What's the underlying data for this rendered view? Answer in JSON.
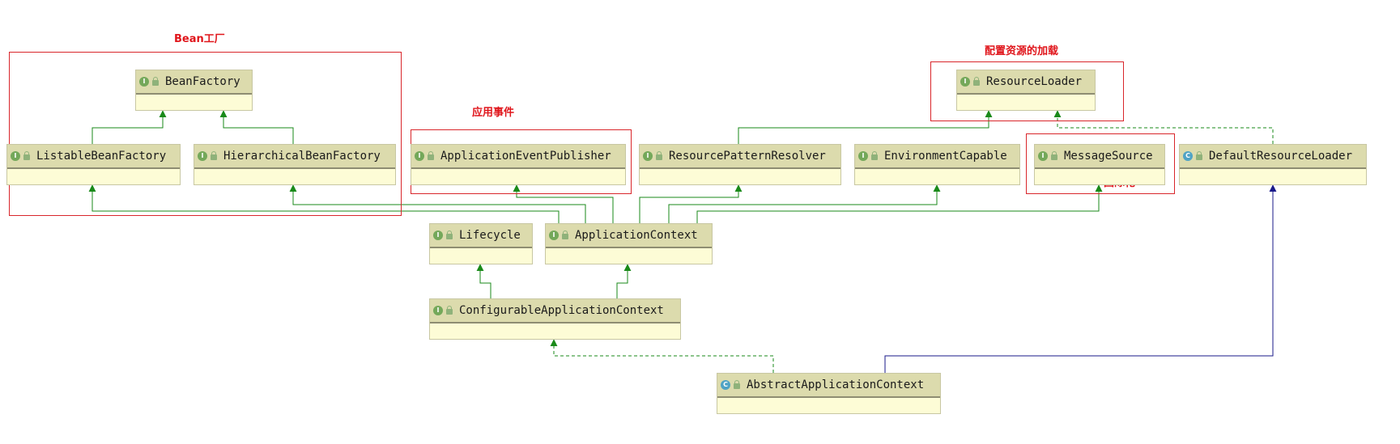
{
  "groups": {
    "bean_factory": "Bean工厂",
    "application_event": "应用事件",
    "resource_loading": "配置资源的加载",
    "i18n": "国际化"
  },
  "badges": {
    "interface": "I",
    "class": "C"
  },
  "nodes": {
    "BeanFactory": "BeanFactory",
    "ListableBeanFactory": "ListableBeanFactory",
    "HierarchicalBeanFactory": "HierarchicalBeanFactory",
    "ApplicationEventPublisher": "ApplicationEventPublisher",
    "ResourcePatternResolver": "ResourcePatternResolver",
    "EnvironmentCapable": "EnvironmentCapable",
    "MessageSource": "MessageSource",
    "DefaultResourceLoader": "DefaultResourceLoader",
    "ResourceLoader": "ResourceLoader",
    "Lifecycle": "Lifecycle",
    "ApplicationContext": "ApplicationContext",
    "ConfigurableApplicationContext": "ConfigurableApplicationContext",
    "AbstractApplicationContext": "AbstractApplicationContext"
  },
  "colors": {
    "extends_interface": "#1a8a1a",
    "extends_class": "#1a1a8a",
    "group_border": "#d9262b",
    "group_label": "#e0151b",
    "node_header": "#dcdbad",
    "node_body": "#fdfcd6"
  },
  "edges": [
    {
      "from": "ListableBeanFactory",
      "to": "BeanFactory",
      "kind": "extends"
    },
    {
      "from": "HierarchicalBeanFactory",
      "to": "BeanFactory",
      "kind": "extends"
    },
    {
      "from": "ApplicationContext",
      "to": "ListableBeanFactory",
      "kind": "extends"
    },
    {
      "from": "ApplicationContext",
      "to": "HierarchicalBeanFactory",
      "kind": "extends"
    },
    {
      "from": "ApplicationContext",
      "to": "ApplicationEventPublisher",
      "kind": "extends"
    },
    {
      "from": "ApplicationContext",
      "to": "ResourcePatternResolver",
      "kind": "extends"
    },
    {
      "from": "ApplicationContext",
      "to": "EnvironmentCapable",
      "kind": "extends"
    },
    {
      "from": "ApplicationContext",
      "to": "MessageSource",
      "kind": "extends"
    },
    {
      "from": "ResourcePatternResolver",
      "to": "ResourceLoader",
      "kind": "extends"
    },
    {
      "from": "DefaultResourceLoader",
      "to": "ResourceLoader",
      "kind": "implements"
    },
    {
      "from": "ConfigurableApplicationContext",
      "to": "Lifecycle",
      "kind": "extends"
    },
    {
      "from": "ConfigurableApplicationContext",
      "to": "ApplicationContext",
      "kind": "extends"
    },
    {
      "from": "AbstractApplicationContext",
      "to": "ConfigurableApplicationContext",
      "kind": "implements"
    },
    {
      "from": "AbstractApplicationContext",
      "to": "DefaultResourceLoader",
      "kind": "extends-class"
    }
  ]
}
